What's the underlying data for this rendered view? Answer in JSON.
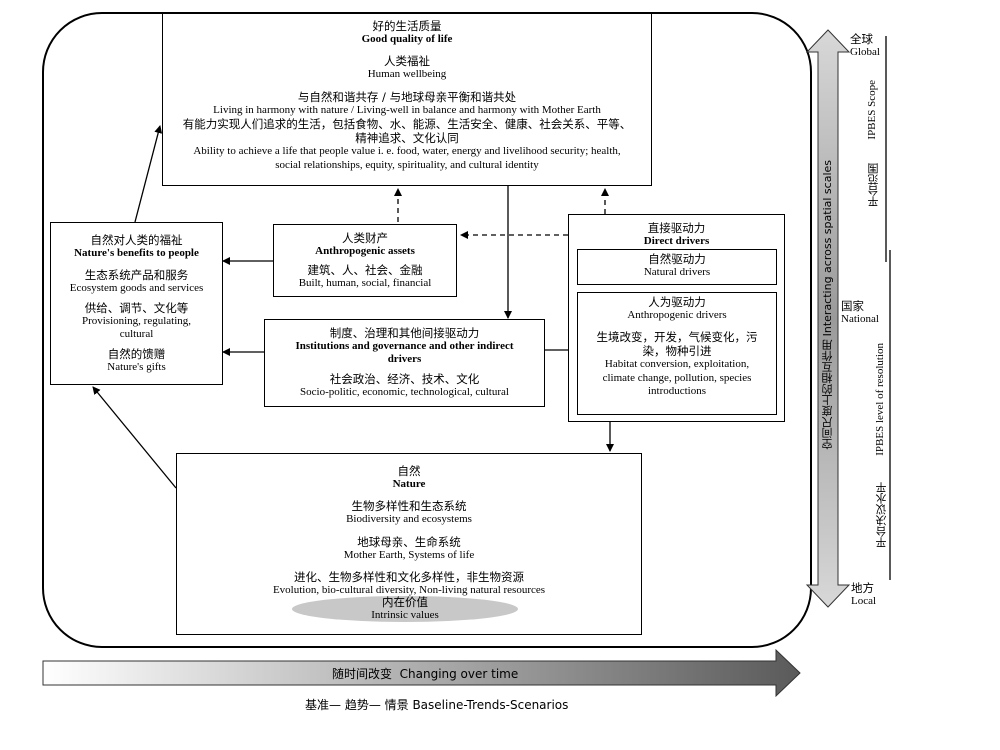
{
  "good_quality": {
    "title_zh": "好的生活质量",
    "title_en": "Good quality of life",
    "wellbeing_zh": "人类福祉",
    "wellbeing_en": "Human wellbeing",
    "harmony_zh": "与自然和谐共存 / 与地球母亲平衡和谐共处",
    "harmony_en": "Living in harmony with nature / Living-well in balance and harmony with Mother Earth",
    "ability_zh_1": "有能力实现人们追求的生活，包括食物、水、能源、生活安全、健康、社会关系、平等、",
    "ability_zh_2": "精神追求、文化认同",
    "ability_en_1": "Ability to achieve a life that people value i. e. food, water, energy and livelihood security; health,",
    "ability_en_2": "social relationships, equity, spirituality, and cultural identity"
  },
  "benefits": {
    "title_zh": "自然对人类的福祉",
    "title_en": "Nature's benefits to people",
    "goods_zh": "生态系统产品和服务",
    "goods_en": "Ecosystem goods and services",
    "prov_zh": "供给、调节、文化等",
    "prov_en_1": "Provisioning, regulating,",
    "prov_en_2": "cultural",
    "gifts_zh": "自然的馈赠",
    "gifts_en": "Nature's gifts"
  },
  "assets": {
    "title_zh": "人类财产",
    "title_en": "Anthropogenic assets",
    "items_zh": "建筑、人、社会、金融",
    "items_en": "Built, human, social, financial"
  },
  "institutions": {
    "title_zh": "制度、治理和其他间接驱动力",
    "title_en_1": "Institutions and governance and other indirect",
    "title_en_2": "drivers",
    "items_zh": "社会政治、经济、技术、文化",
    "items_en": "Socio-politic, economic, technological, cultural"
  },
  "direct": {
    "title_zh": "直接驱动力",
    "title_en": "Direct drivers",
    "natural_zh": "自然驱动力",
    "natural_en": "Natural drivers",
    "anthro_zh": "人为驱动力",
    "anthro_en": "Anthropogenic drivers",
    "list_zh_1": "生境改变，开发，气候变化，污",
    "list_zh_2": "染，物种引进",
    "list_en_1": "Habitat conversion, exploitation,",
    "list_en_2": "climate change, pollution, species",
    "list_en_3": "introductions"
  },
  "nature": {
    "title_zh": "自然",
    "title_en": "Nature",
    "bio_zh": "生物多样性和生态系统",
    "bio_en": "Biodiversity and ecosystems",
    "earth_zh": "地球母亲、生命系统",
    "earth_en": "Mother Earth, Systems of life",
    "evo_zh": "进化、生物多样性和文化多样性，非生物资源",
    "evo_en": "Evolution, bio-cultural diversity, Non-living natural resources",
    "intrinsic_zh": "内在价值",
    "intrinsic_en": "Intrinsic values"
  },
  "scales": {
    "global_zh": "全球",
    "global_en": "Global",
    "national_zh": "国家",
    "national_en": "National",
    "local_zh": "地方",
    "local_en": "Local",
    "interacting": "空间尺度上的相互作用   Interacting across spatial scales",
    "scope_zh": "平台范围",
    "scope_en": "IPBES Scope",
    "resolution_zh": "平台决议水平",
    "resolution_en": "IPBES level of resolution"
  },
  "time": {
    "changing": "随时间改变  Changing over time",
    "baseline": "基准— 趋势— 情景 Baseline-Trends-Scenarios"
  }
}
